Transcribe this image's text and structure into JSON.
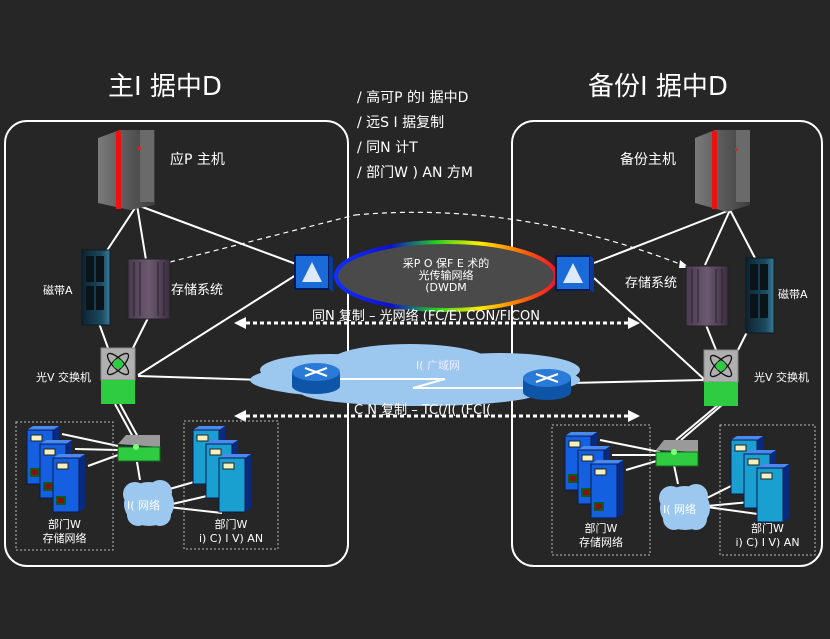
{
  "diagram": {
    "primary_dc": {
      "title": "主I  据中D",
      "host_label": "应P  主机",
      "tape_label": "磁带A",
      "storage_label": "存储系统",
      "switch_label": "光V  交换机",
      "san_label_line1": "部门W",
      "san_label_line2": "存储网络",
      "nas_label_line1": "部门W",
      "nas_label_line2": "i) C) I V) AN",
      "ip_network_label": "I(  网络"
    },
    "backup_dc": {
      "title": "备份I  据中D",
      "host_label": "备份主机",
      "tape_label": "磁带A",
      "storage_label": "存储系统",
      "switch_label": "光V  交换机",
      "san_label_line1": "部门W",
      "san_label_line2": "存储网络",
      "nas_label_line1": "部门W",
      "nas_label_line2": "i) C) I V) AN",
      "ip_network_label": "I(  网络"
    },
    "bullets": [
      "/ 高可P  的I  据中D",
      "/ 远S  I  据复制",
      "/ 同N  计T",
      "/ 部门W  ) AN 方M"
    ],
    "dwdm": {
      "line1": "采P  O  保F  E  术的",
      "line2": "光传输网络",
      "line3": "(DWDM"
    },
    "sync_replication_label": "同N  复制 – 光网络 (FC/E) CON/FICON",
    "wan_label": "I(  广域网",
    "async_replication_label": "C  N  复制 – TC(/I(  (FCI(",
    "colors": {
      "background": "#262626",
      "line": "#ffffff",
      "server_blue": "#1560e0",
      "nas_cyan": "#1aa0d0",
      "switch_green": "#2ecc40",
      "cloud_blue": "#9cc8f0",
      "router_blue": "#1a6ec8",
      "mainframe_red": "#ee1111"
    }
  }
}
